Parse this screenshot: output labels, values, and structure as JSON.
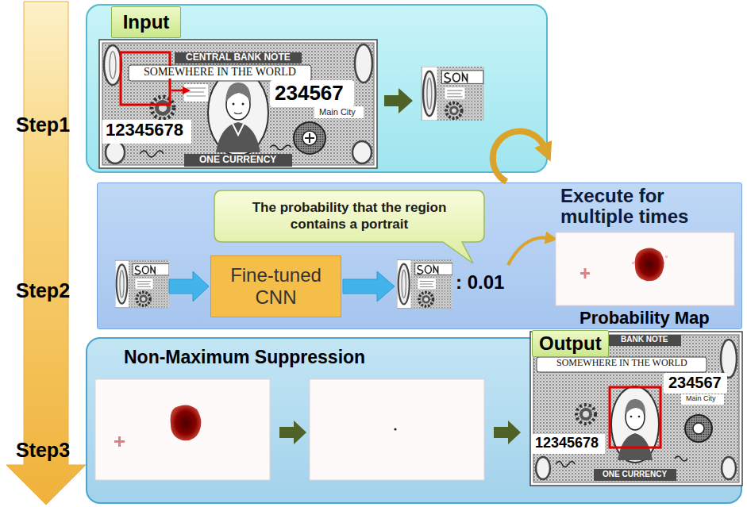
{
  "diagram": {
    "nodes": [
      {
        "text": [
          "Step1"
        ]
      },
      {
        "text": [
          "Input"
        ],
        "in": 0
      },
      {
        "text": [
          "Step2"
        ]
      },
      {
        "text": [
          "The probability that the region contains a portrait"
        ],
        "in": 2
      },
      {
        "text": [
          "Fine-tuned CNN"
        ],
        "in": 2
      },
      {
        "text": [
          "Step3",
          "Non-Maximum Suppression"
        ]
      },
      {
        "text": [
          "Output"
        ],
        "in": 5
      }
    ],
    "labels": [
      "CENTRAL BANK NOTE",
      "SOMEWHERE IN THE WORLD",
      "234567",
      "Main City",
      "12345678",
      "ONE CURRENCY",
      "Execute for multiple times",
      ": 0.01",
      "Probability Map",
      "BANK NOTE",
      "SOMEWHERE IN THE WORLD",
      "234567",
      "Main City",
      "12345678",
      "ONE CURRENCY"
    ]
  }
}
